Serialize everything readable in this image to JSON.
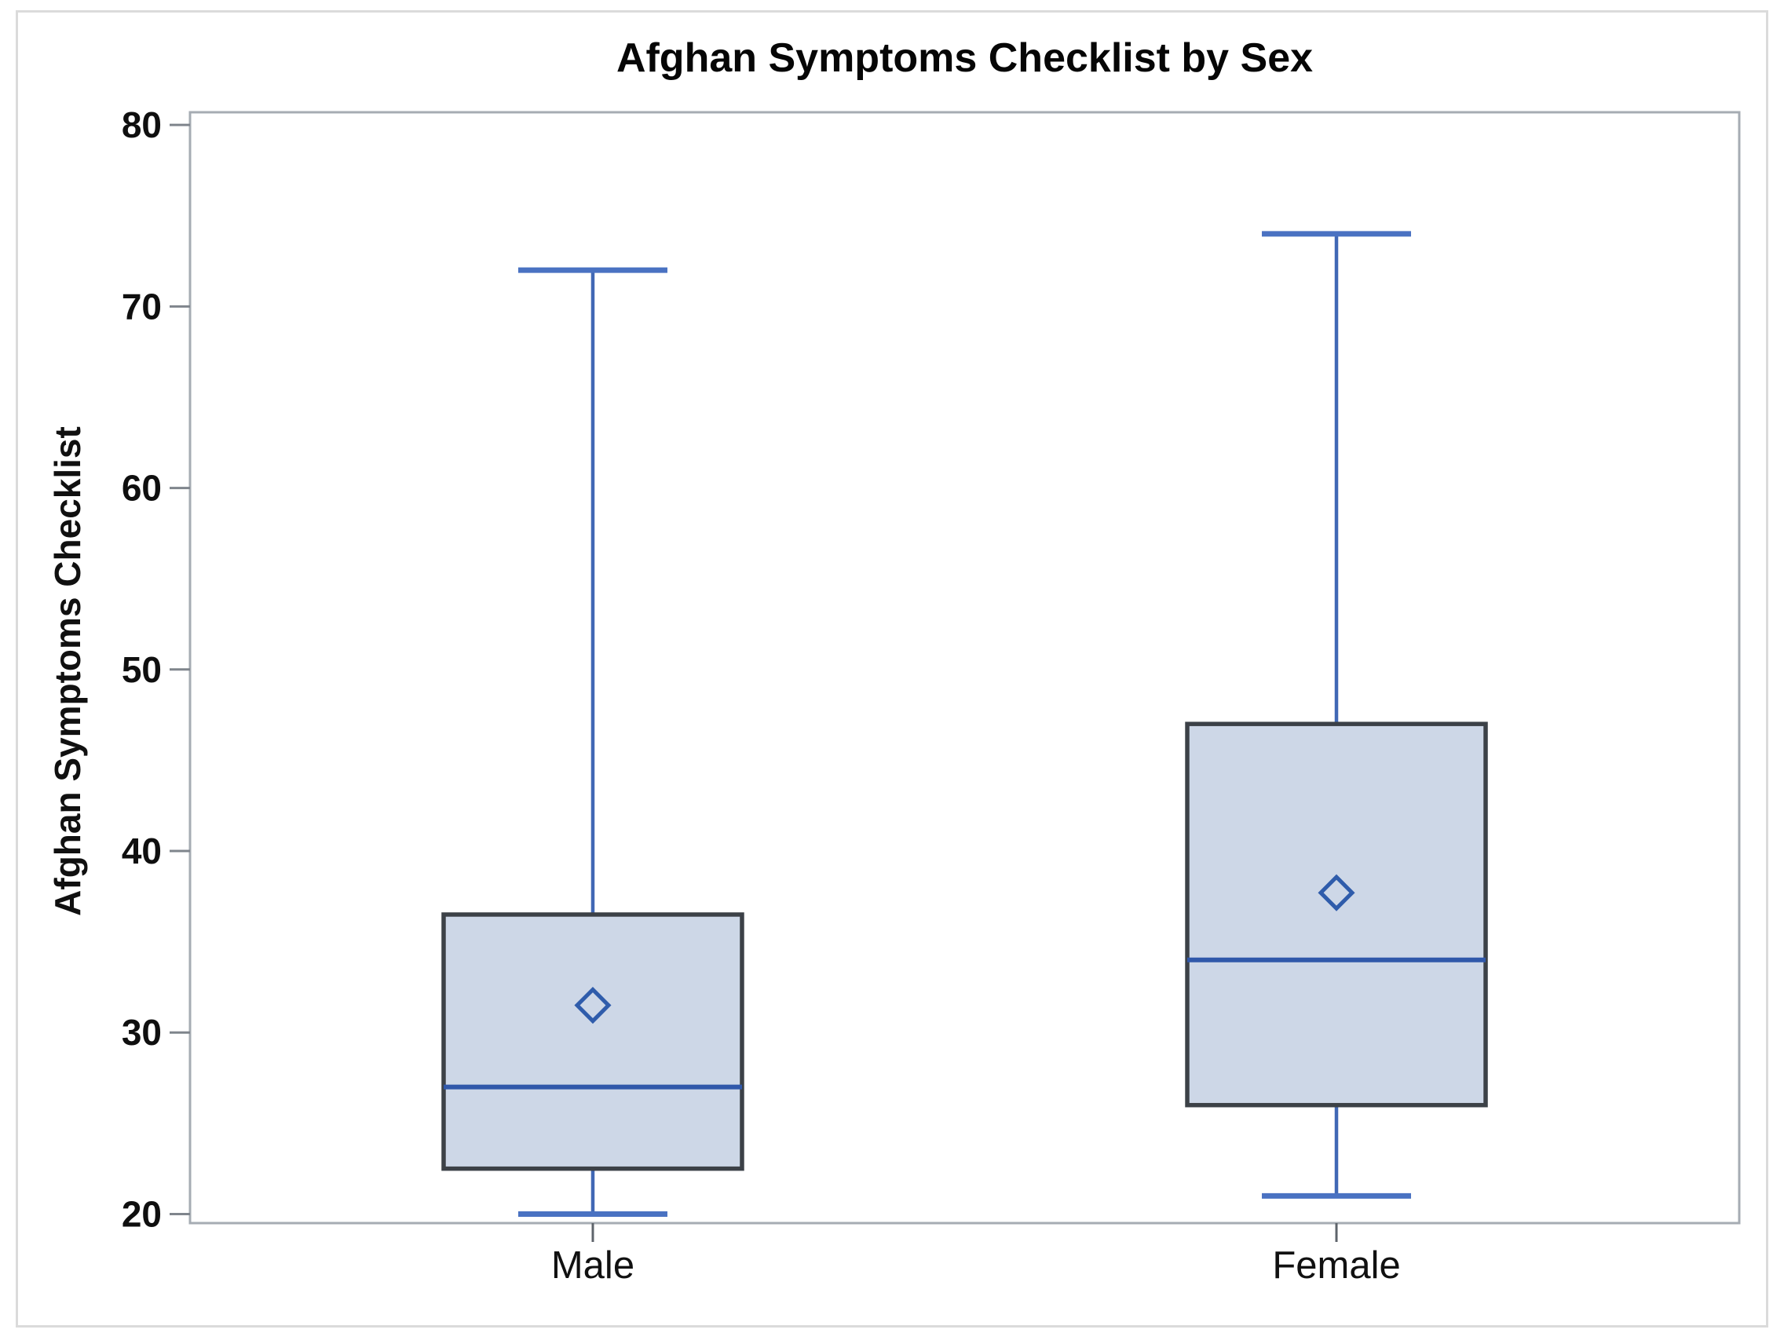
{
  "figure": {
    "title": "Afghan Symptoms Checklist by Sex"
  },
  "chart_data": {
    "type": "boxplot",
    "title": "Afghan Symptoms Checklist by Sex",
    "xlabel": "",
    "ylabel": "Afghan Symptoms Checklist",
    "categories": [
      "Male",
      "Female"
    ],
    "yticks": [
      20,
      30,
      40,
      50,
      60,
      70,
      80
    ],
    "ylim": [
      19.5,
      80.7
    ],
    "grid": false,
    "legend": false,
    "series": [
      {
        "name": "Male",
        "min": 20,
        "q1": 22.5,
        "median": 27,
        "q3": 36.5,
        "max": 72,
        "mean": 31.5
      },
      {
        "name": "Female",
        "min": 21,
        "q1": 26,
        "median": 34,
        "q3": 47,
        "max": 74,
        "mean": 37.7
      }
    ],
    "colors": {
      "background": "#ffffff",
      "figure_border": "#dbdbdb",
      "box_fill": "#cdd7e7",
      "box_border": "#3c4147",
      "whisker": "#4168b5",
      "whisker_cap": "#4a72c2",
      "median": "#3058aa",
      "mean_marker": "#2f5cab",
      "axis_frame": "#a6acb3",
      "y_tick": "#7f858c",
      "x_tick": "#5e646b",
      "tick_label_text": "#0f0f0f"
    }
  }
}
